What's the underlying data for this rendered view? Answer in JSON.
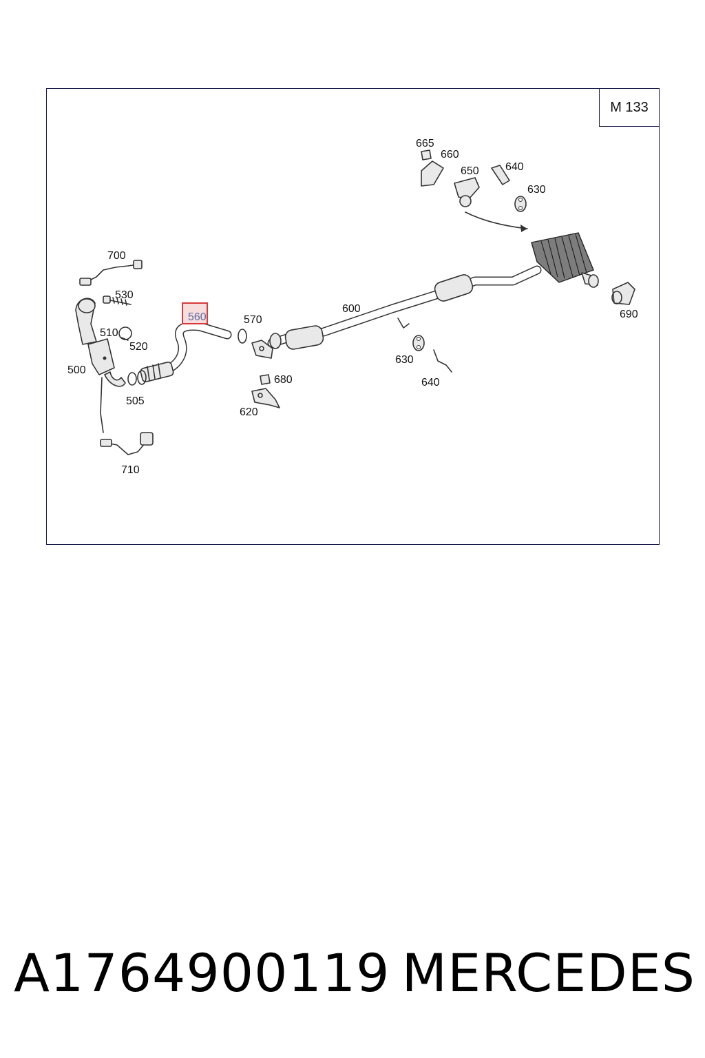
{
  "diagram": {
    "model_tag": "M 133",
    "highlighted_label": "560",
    "labels": {
      "l500": "500",
      "l505": "505",
      "l510": "510",
      "l520": "520",
      "l530": "530",
      "l560": "560",
      "l570": "570",
      "l600": "600",
      "l620": "620",
      "l630a": "630",
      "l630b": "630",
      "l640a": "640",
      "l640b": "640",
      "l650": "650",
      "l660": "660",
      "l665": "665",
      "l680": "680",
      "l690": "690",
      "l700": "700",
      "l710": "710"
    }
  },
  "caption": {
    "part_number": "A1764900119",
    "brand": "MERCEDES"
  },
  "colors": {
    "frame": "#1a1a4a",
    "highlight_border": "#d63a3a",
    "highlight_fill": "#f6dede",
    "highlight_text": "#5a6aa0"
  }
}
